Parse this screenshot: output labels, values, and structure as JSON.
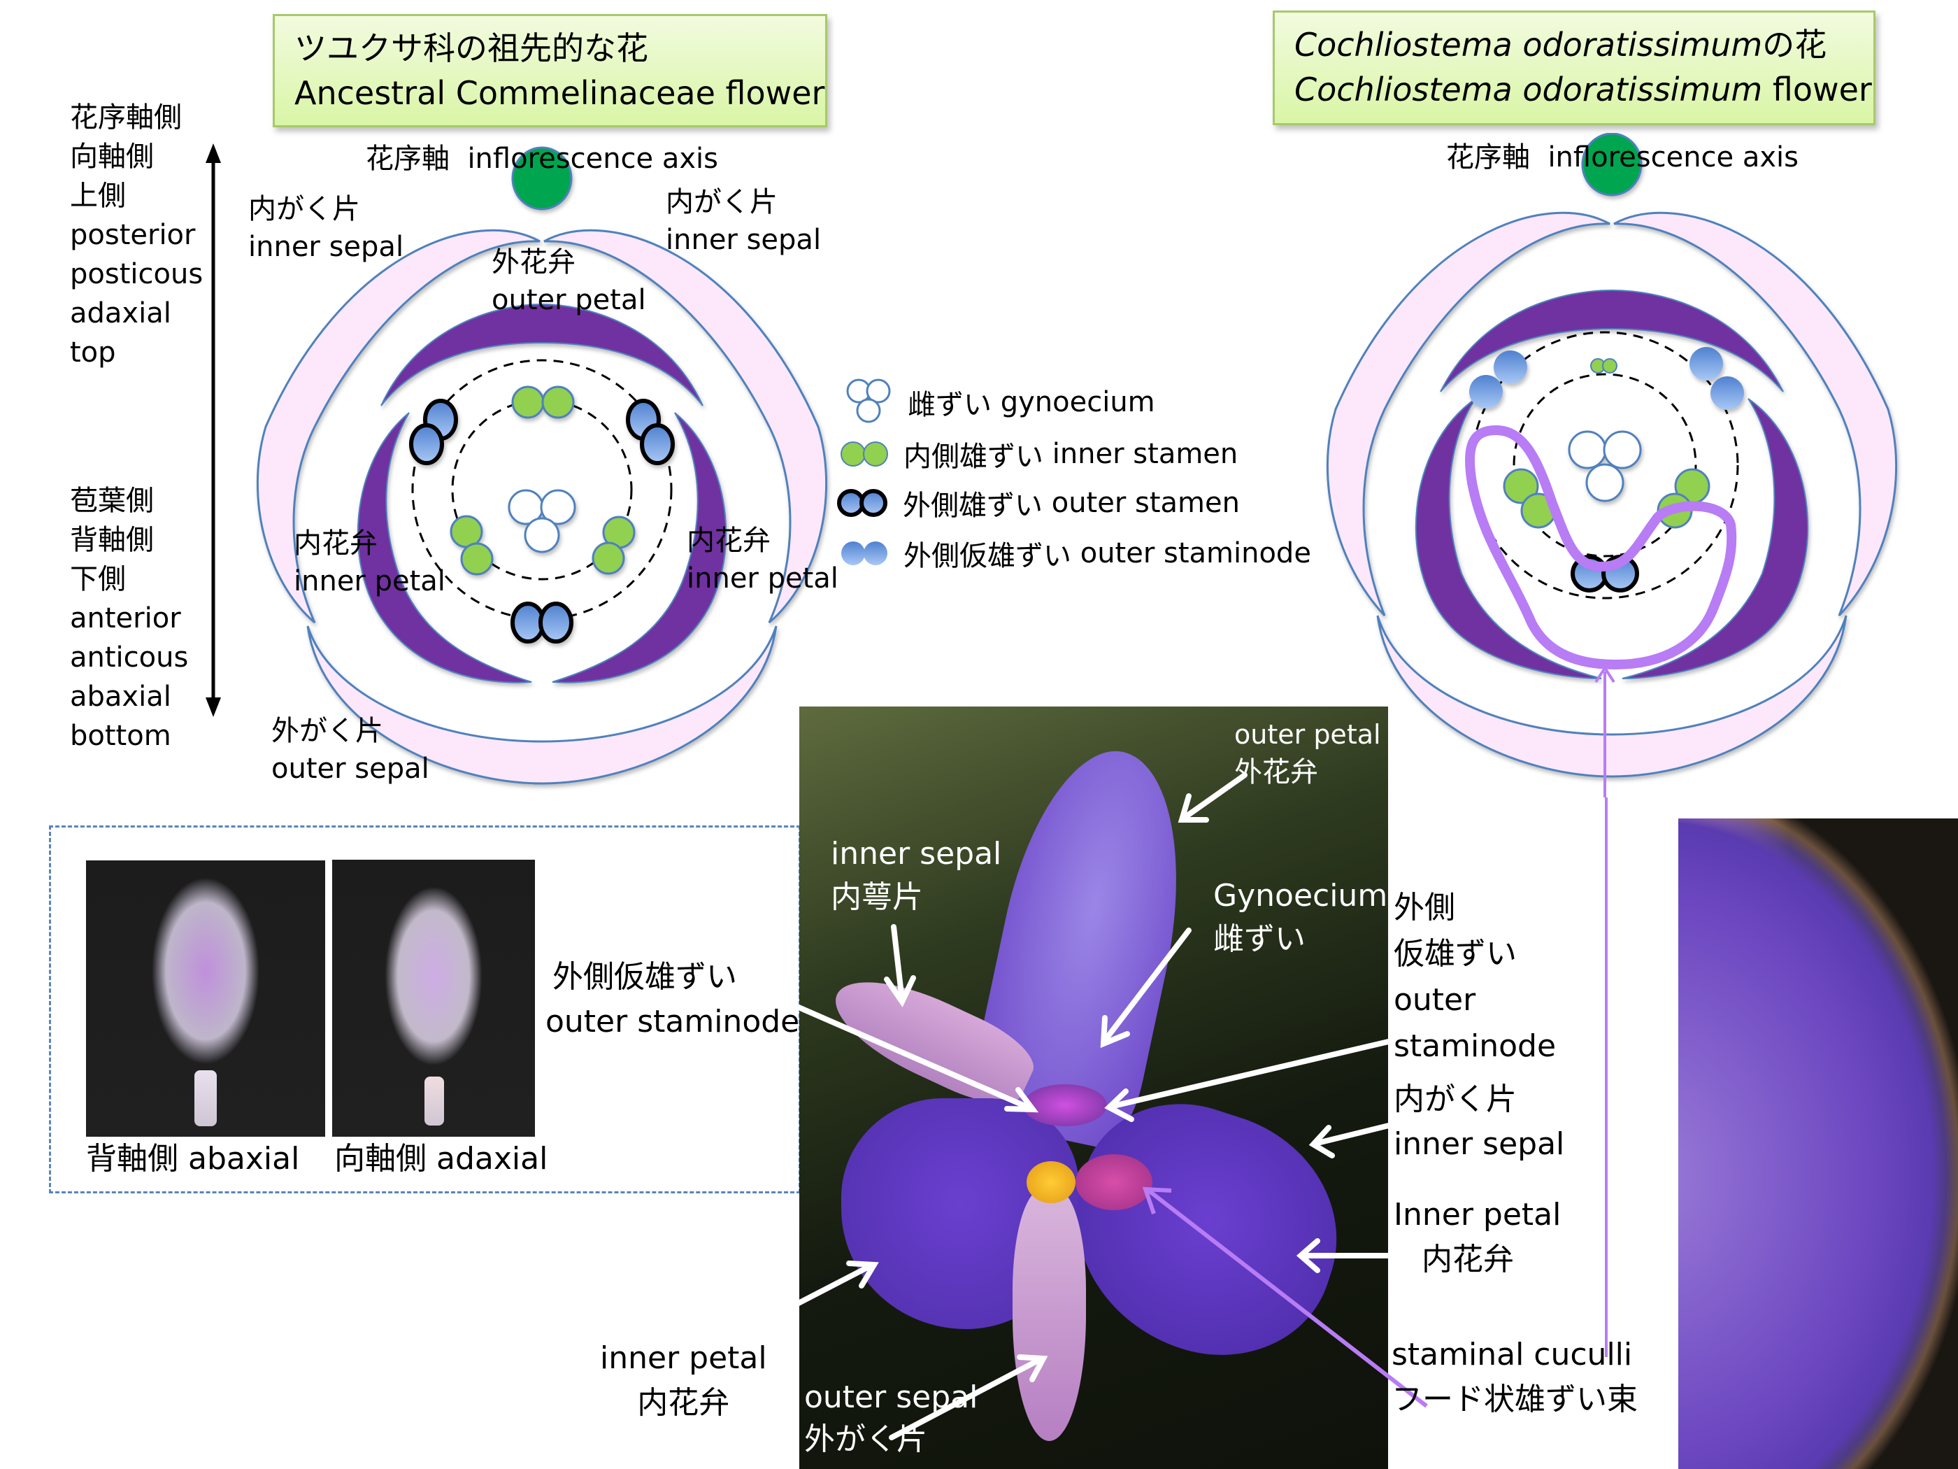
{
  "left_panel": {
    "title_ja": "ツユクサ科の祖先的な花",
    "title_en": "Ancestral Commelinaceae flower",
    "axis_label_ja": "花序軸",
    "axis_label_en": "inflorescence axis",
    "labels": {
      "inner_sepal_left_ja": "内がく片",
      "inner_sepal_left_en": "inner sepal",
      "inner_sepal_right_ja": "内がく片",
      "inner_sepal_right_en": "inner sepal",
      "outer_petal_ja": "外花弁",
      "outer_petal_en": "outer petal",
      "inner_petal_left_ja": "内花弁",
      "inner_petal_left_en": "inner petal",
      "inner_petal_right_ja": "内花弁",
      "inner_petal_right_en": "inner petal",
      "outer_sepal_ja": "外がく片",
      "outer_sepal_en": "outer sepal"
    }
  },
  "orientation": {
    "top_terms": [
      "花序軸側",
      "向軸側",
      "上側",
      "posterior",
      "posticous",
      "adaxial",
      "top"
    ],
    "bottom_terms": [
      "苞葉側",
      "背軸側",
      "下側",
      "anterior",
      "anticous",
      "abaxial",
      "bottom"
    ]
  },
  "legend": [
    {
      "icon": "gynoecium-icon",
      "ja": "雌ずい",
      "en": "gynoecium"
    },
    {
      "icon": "inner-stamen-icon",
      "ja": "内側雄ずい",
      "en": "inner stamen"
    },
    {
      "icon": "outer-stamen-icon",
      "ja": "外側雄ずい",
      "en": "outer stamen"
    },
    {
      "icon": "outer-staminode-icon",
      "ja": "外側仮雄ずい",
      "en": "outer staminode"
    }
  ],
  "right_panel": {
    "title_line1_italic": "Cochliostema odoratissimum",
    "title_line1_suffix": "の花",
    "title_line2_italic": "Cochliostema odoratissimum",
    "title_line2_suffix": " flower",
    "axis_label_ja": "花序軸",
    "axis_label_en": "inflorescence axis"
  },
  "staminode_box": {
    "caption_abaxial": "背軸側 abaxial",
    "caption_adaxial": "向軸側 adaxial",
    "label_ja": "外側仮雄ずい",
    "label_en": "outer staminode"
  },
  "photo_labels": {
    "outer_petal_en": "outer petal",
    "outer_petal_ja": "外花弁",
    "inner_sepal_en": "inner sepal",
    "inner_sepal_ja": "内萼片",
    "gynoecium_en": "Gynoecium",
    "gynoecium_ja": "雌ずい",
    "outer_sepal_en": "outer sepal",
    "outer_sepal_ja": "外がく片",
    "inner_petal_left_en": "inner petal",
    "inner_petal_left_ja": "内花弁"
  },
  "right_labels": {
    "outer_staminode_ja_1": "外側",
    "outer_staminode_ja_2": "仮雄ずい",
    "outer_staminode_en_1": "outer",
    "outer_staminode_en_2": "staminode",
    "inner_sepal_ja": "内がく片",
    "inner_sepal_en": "inner sepal",
    "inner_petal_en": "Inner petal",
    "inner_petal_ja": "内花弁",
    "cuculli_en": "staminal cuculli",
    "cuculli_ja": "フード状雄ずい束"
  },
  "colors": {
    "sepal_fill": "#fce8fa",
    "sepal_stroke": "#4f81bd",
    "petal_fill": "#7030a0",
    "axis_green": "#00a550",
    "stamen_green": "#92d050",
    "stamen_blue": "#8db4e2",
    "cuculli_outline": "#b87cf5"
  }
}
